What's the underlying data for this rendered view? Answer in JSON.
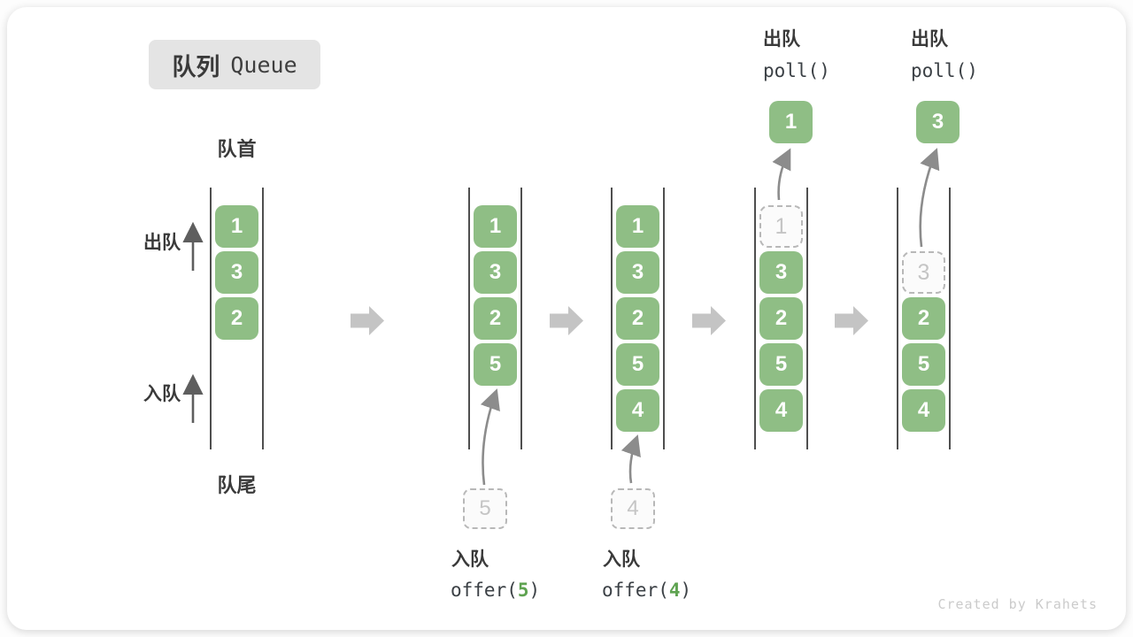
{
  "title": {
    "zh": "队列",
    "en": "Queue"
  },
  "labels": {
    "front": "队首",
    "rear": "队尾",
    "dequeue": "出队",
    "enqueue": "入队",
    "watermark": "Created by Krahets"
  },
  "colors": {
    "item_green": "#8fbe85",
    "ghost_border": "#b8b8b8",
    "ghost_text": "#c5c5c5",
    "wall": "#4f4f4f",
    "block_arrow": "#c4c4c4",
    "curve_arrow": "#8c8c8c",
    "up_arrow": "#5e5e5e",
    "title_bg": "#e4e4e4",
    "code_text": "#3b4045",
    "arg_green": "#5fa351"
  },
  "stages": [
    {
      "name": "initial",
      "items": [
        "1",
        "3",
        "2"
      ]
    },
    {
      "name": "after-offer-5",
      "items": [
        "1",
        "3",
        "2",
        "5"
      ],
      "pending": "5",
      "op": {
        "zh": "入队",
        "fn": "offer(",
        "arg": "5",
        "close": ")"
      }
    },
    {
      "name": "after-offer-4",
      "items": [
        "1",
        "3",
        "2",
        "5",
        "4"
      ],
      "pending": "4",
      "op": {
        "zh": "入队",
        "fn": "offer(",
        "arg": "4",
        "close": ")"
      }
    },
    {
      "name": "poll-1",
      "ghost": "1",
      "items": [
        "3",
        "2",
        "5",
        "4"
      ],
      "popped": "1",
      "op": {
        "zh": "出队",
        "fn": "poll()"
      }
    },
    {
      "name": "poll-3",
      "ghost": "3",
      "items": [
        "2",
        "5",
        "4"
      ],
      "popped": "3",
      "op": {
        "zh": "出队",
        "fn": "poll()"
      }
    }
  ]
}
